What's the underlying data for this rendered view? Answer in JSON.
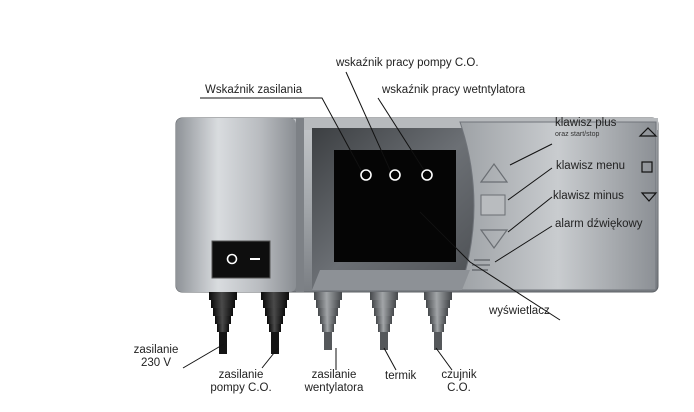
{
  "labels": {
    "pump_indicator": "wskaźnik pracy pompy C.O.",
    "power_indicator": "Wskaźnik zasilania",
    "fan_indicator": "wskaźnik pracy wetntylatora",
    "key_plus": "klawisz plus",
    "key_plus_sub": "oraz start/stop",
    "key_menu": "klawisz menu",
    "key_minus": "klawisz minus",
    "alarm": "alarm dźwiękowy",
    "display": "wyświetlacz",
    "power_supply_line1": "zasilanie",
    "power_supply_line2": "230 V",
    "pump_supply_line1": "zasilanie",
    "pump_supply_line2": "pompy C.O.",
    "fan_supply_line1": "zasilanie",
    "fan_supply_line2": "wentylatora",
    "thermostat": "termik",
    "sensor_line1": "czujnik",
    "sensor_line2": "C.O."
  },
  "colors": {
    "housing_light": "#cfd2d5",
    "housing_dark": "#6a6e73",
    "display_black": "#050505",
    "cable_dark": "#1c1c1c",
    "cable_grey": "#6d6f72"
  },
  "icons": {
    "plus_symbol": "triangle-up-icon",
    "menu_symbol": "square-icon",
    "minus_symbol": "triangle-down-icon"
  }
}
